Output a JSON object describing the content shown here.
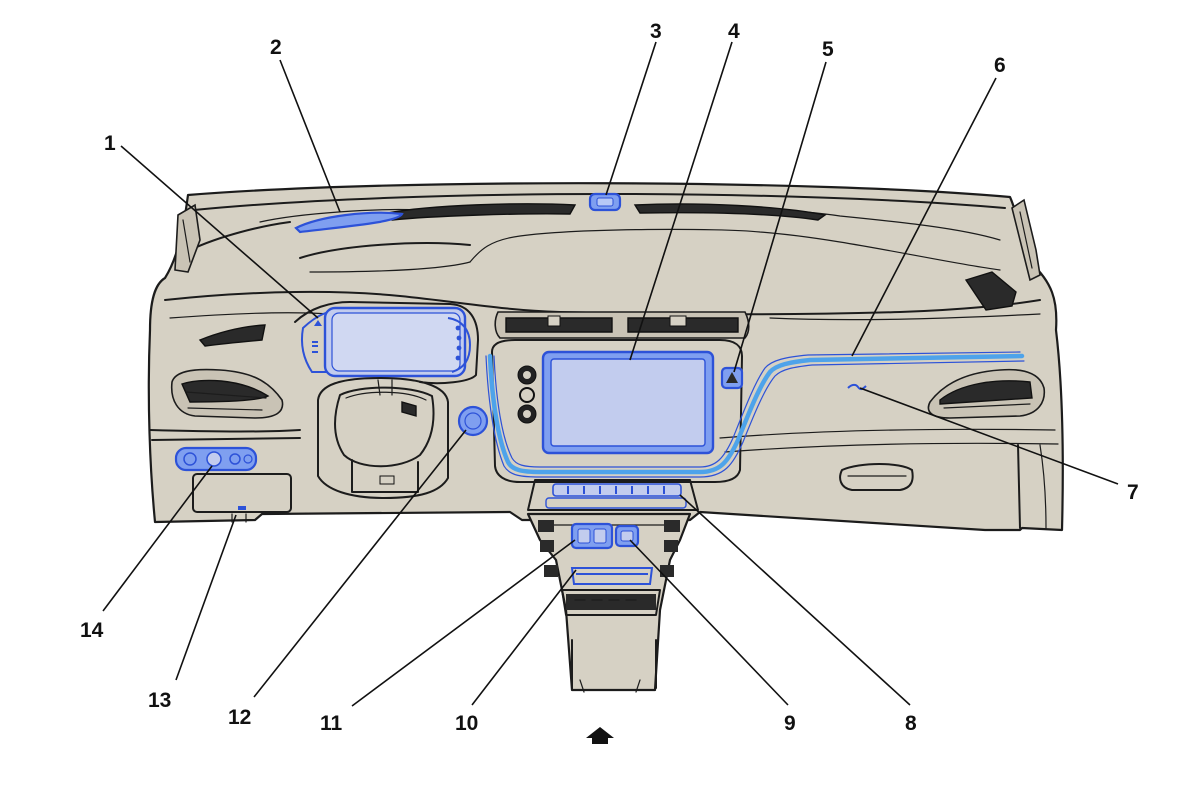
{
  "callouts": [
    {
      "id": "1",
      "label": "1"
    },
    {
      "id": "2",
      "label": "2"
    },
    {
      "id": "3",
      "label": "3"
    },
    {
      "id": "4",
      "label": "4"
    },
    {
      "id": "5",
      "label": "5"
    },
    {
      "id": "6",
      "label": "6"
    },
    {
      "id": "7",
      "label": "7"
    },
    {
      "id": "8",
      "label": "8"
    },
    {
      "id": "9",
      "label": "9"
    },
    {
      "id": "10",
      "label": "10"
    },
    {
      "id": "11",
      "label": "11"
    },
    {
      "id": "12",
      "label": "12"
    },
    {
      "id": "13",
      "label": "13"
    },
    {
      "id": "14",
      "label": "14"
    }
  ],
  "colors": {
    "dashboard_fill": "#d6d1c4",
    "highlight_blue": "#2d52d8",
    "highlight_fill": "#7f9ff0",
    "ambient_strip": "#4ea3ea",
    "line_ink": "#1c1c1c"
  },
  "icons": [
    "forward-direction-arrow-icon"
  ]
}
